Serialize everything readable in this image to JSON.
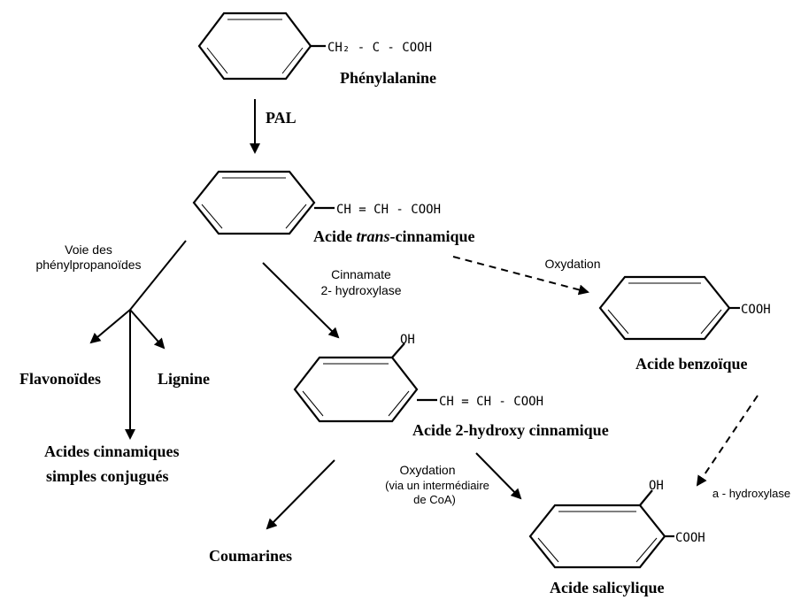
{
  "molecules": {
    "phenylalanine": {
      "formula": "CH₂ - C - COOH",
      "name": "Phénylalanine"
    },
    "trans_cinnamic": {
      "formula": "CH = CH - COOH",
      "name_prefix": "Acide ",
      "name_italic": "trans",
      "name_suffix": "-cinnamique"
    },
    "benzoic": {
      "formula": "COOH",
      "name": "Acide benzoïque"
    },
    "hydroxy_cinnamic": {
      "substituent": "OH",
      "formula": "CH = CH - COOH",
      "name": "Acide 2-hydroxy cinnamique"
    },
    "salicylic": {
      "substituent": "OH",
      "formula": "COOH",
      "name": "Acide salicylique"
    }
  },
  "enzymes": {
    "pal": "PAL",
    "oxydation_1": "Oxydation",
    "cinnamate_line1": "Cinnamate",
    "cinnamate_line2": "2- hydroxylase",
    "voie_line1": "Voie des",
    "voie_line2": "phénylpropanoïdes",
    "oxydation_2": "Oxydation",
    "via_line1": "(via un intermédiaire",
    "via_line2": "de CoA)",
    "a_hydroxylase": "a - hydroxylase"
  },
  "products": {
    "flavonoides": "Flavonoïdes",
    "lignine": "Lignine",
    "acides_line1": "Acides cinnamiques",
    "acides_line2": "simples conjugués",
    "coumarines": "Coumarines"
  }
}
